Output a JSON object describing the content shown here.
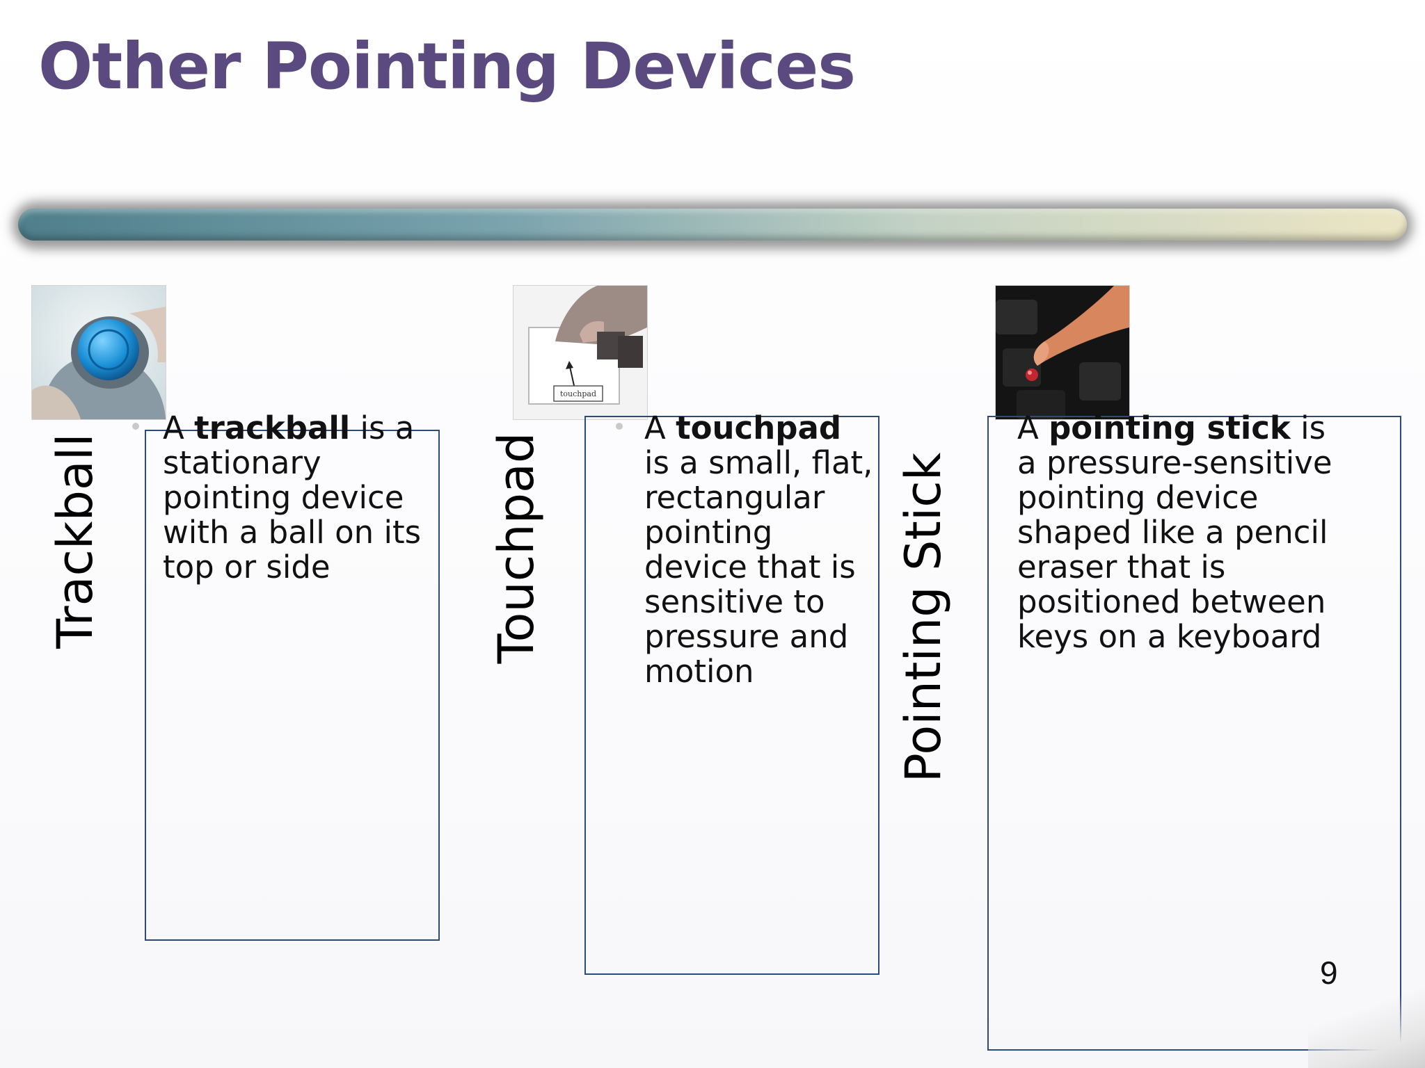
{
  "slide": {
    "title": "Other Pointing Devices",
    "page_number": "9"
  },
  "items": [
    {
      "label": "Trackball",
      "desc_pre": "A ",
      "desc_term": "trackball",
      "desc_post": " is a stationary pointing device with a ball on its top or side"
    },
    {
      "label": "Touchpad",
      "desc_pre": "A ",
      "desc_term": "touchpad",
      "desc_post": " is a small, flat, rectangular pointing device that is sensitive to pressure and motion",
      "image_caption": "touchpad"
    },
    {
      "label": "Pointing Stick",
      "desc_pre": "A ",
      "desc_term": "pointing stick",
      "desc_post": " is a pressure-sensitive pointing device shaped like a pencil eraser that is positioned between keys on a keyboard"
    }
  ],
  "icons": {
    "trackball": "trackball-photo-icon",
    "touchpad": "touchpad-photo-icon",
    "pointing_stick": "pointing-stick-photo-icon"
  },
  "colors": {
    "title": "#5b4a80",
    "card_border": "#2b4c78"
  }
}
